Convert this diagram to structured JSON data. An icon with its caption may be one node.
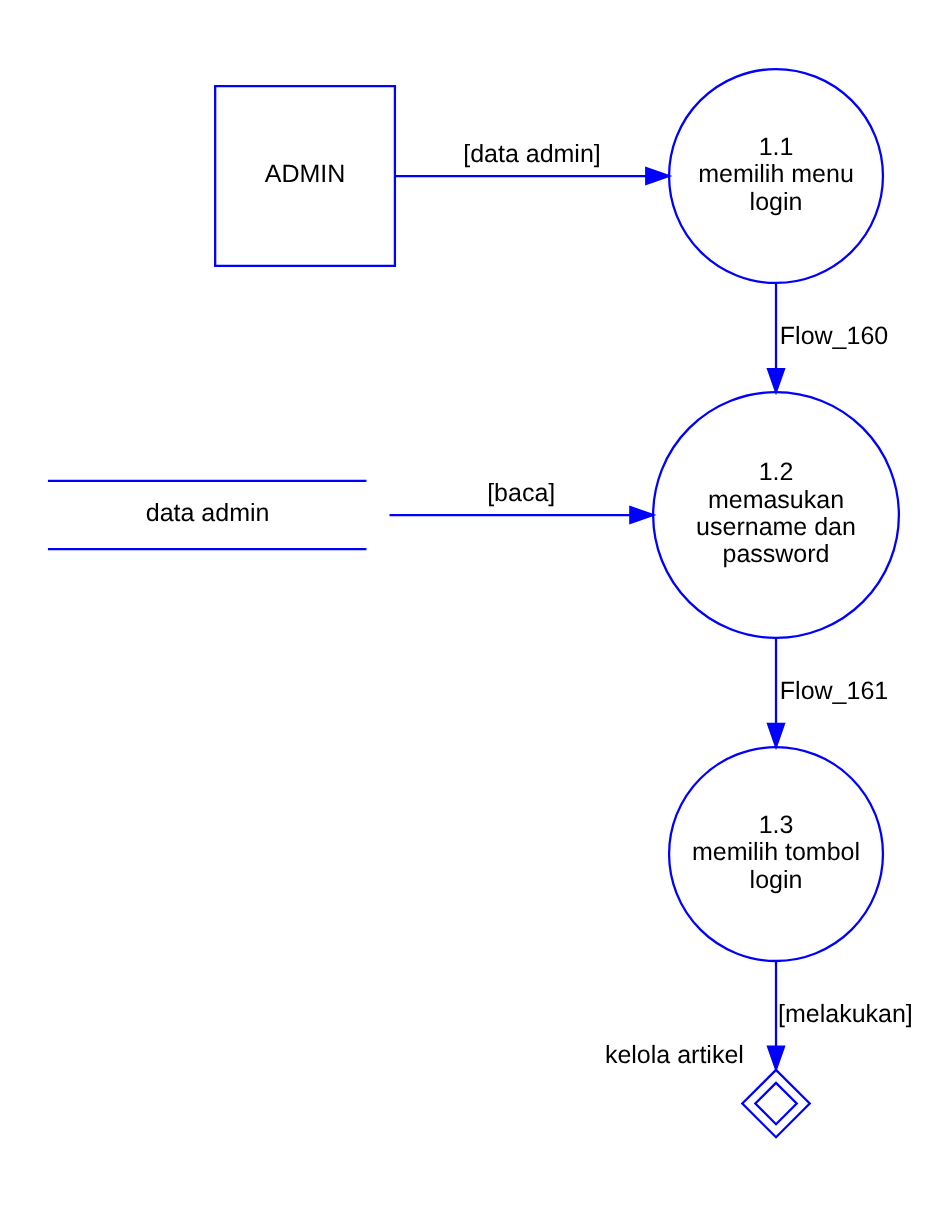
{
  "diagram": {
    "nodes": [
      {
        "text": [
          "ADMIN"
        ]
      },
      {
        "text": [
          "1.1",
          "memilih menu login"
        ]
      },
      {
        "text": [
          "data admin"
        ]
      },
      {
        "text": [
          "1.2",
          "memasukan username dan password"
        ]
      },
      {
        "text": [
          "1.3",
          "memilih tombol login"
        ]
      },
      {
        "text": [],
        "shape": "diamond",
        "beside": [
          "kelola artikel"
        ]
      }
    ],
    "edges": [
      {
        "from": 0,
        "to": 1,
        "arrow": "to",
        "label": "[data admin]"
      },
      {
        "from": 1,
        "to": 3,
        "arrow": "to",
        "label": "Flow_160"
      },
      {
        "from": 2,
        "to": 3,
        "arrow": "to",
        "label": "[baca]"
      },
      {
        "from": 3,
        "to": 4,
        "arrow": "to",
        "label": "Flow_161"
      },
      {
        "from": 4,
        "to": 5,
        "arrow": "to",
        "label": "[melakukan]"
      }
    ]
  }
}
